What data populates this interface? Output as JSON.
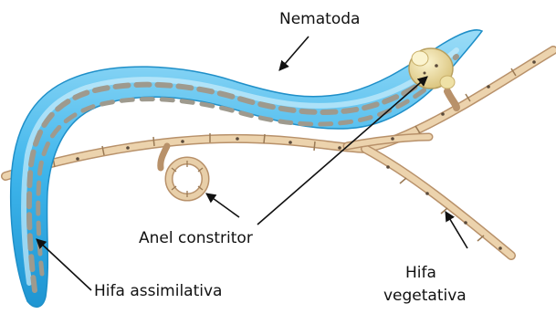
{
  "labels": {
    "nematoda": "Nematoda",
    "anel_constritor": "Anel constritor",
    "hifa_assimilativa": "Hifa assimilativa",
    "hifa_vegetativa_line1": "Hifa",
    "hifa_vegetativa_line2": "vegetativa"
  },
  "colors": {
    "worm_body": "#3fb6ec",
    "worm_light": "#bfe8fa",
    "worm_outline": "#1f8fc8",
    "worm_segments": "#9e9a8e",
    "hypha_fill": "#e6c9a3",
    "hypha_outline": "#b8916a",
    "septum": "#9a7a55",
    "nucleus": "#5a4a3a",
    "knob": "#eadb9c",
    "arrow": "#111111"
  }
}
